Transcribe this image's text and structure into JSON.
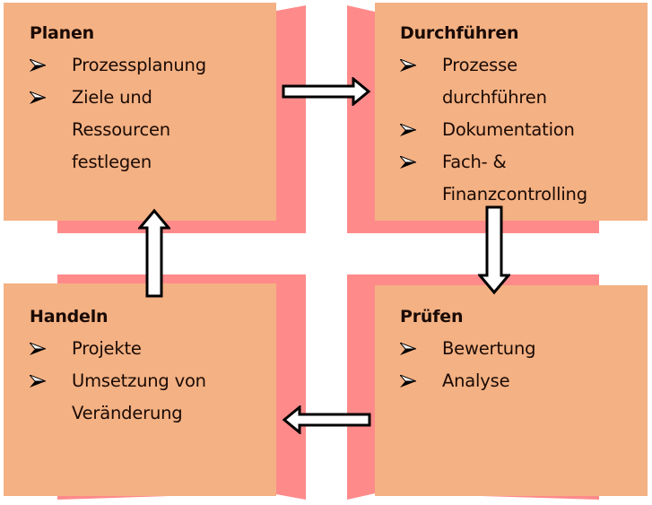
{
  "diagram": {
    "type": "PDCA cycle",
    "colors": {
      "box_fill": "#f4b183",
      "shadow_fill": "#ff8a8a",
      "arrow_fill": "#ffffff",
      "arrow_stroke": "#000000",
      "text": "#1a0a05"
    },
    "quadrants": {
      "top_left": {
        "title": "Planen",
        "items": [
          "Prozessplanung",
          "Ziele und Ressourcen festlegen"
        ]
      },
      "top_right": {
        "title": "Durchführen",
        "items": [
          "Prozesse durchführen",
          "Dokumentation",
          "Fach- & Finanzcontrolling"
        ]
      },
      "bottom_right": {
        "title": "Prüfen",
        "items": [
          "Bewertung",
          "Analyse"
        ]
      },
      "bottom_left": {
        "title": "Handeln",
        "items": [
          "Projekte",
          "Umsetzung von Veränderung"
        ]
      }
    },
    "arrows": [
      {
        "from": "Planen",
        "to": "Durchführen",
        "direction": "right"
      },
      {
        "from": "Durchführen",
        "to": "Prüfen",
        "direction": "down"
      },
      {
        "from": "Prüfen",
        "to": "Handeln",
        "direction": "left"
      },
      {
        "from": "Handeln",
        "to": "Planen",
        "direction": "up"
      }
    ]
  }
}
